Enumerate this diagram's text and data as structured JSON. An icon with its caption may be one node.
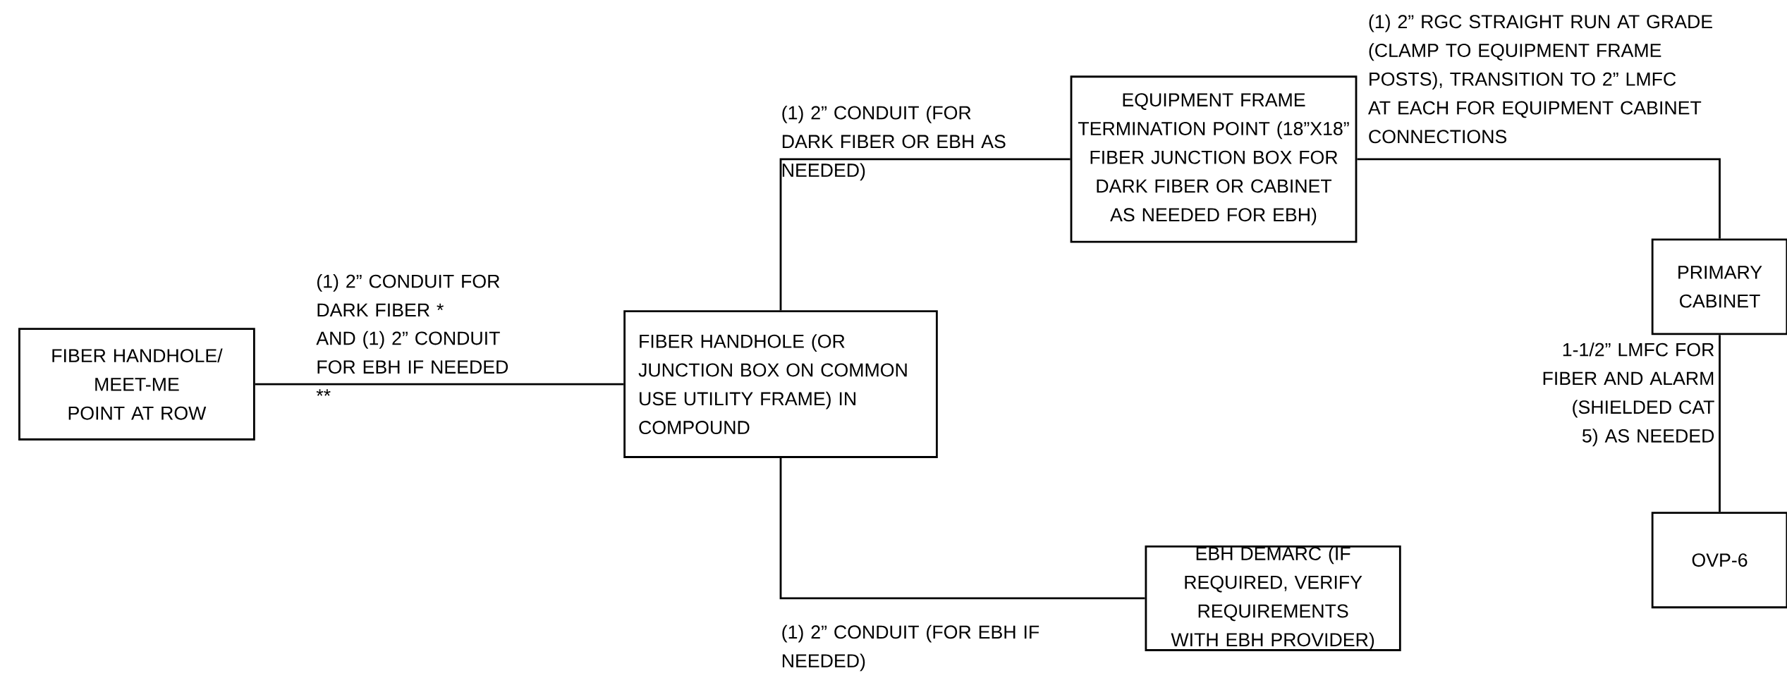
{
  "diagram": {
    "nodes": [
      {
        "text": [
          "FIBER HANDHOLE/ MEET-ME POINT AT ROW"
        ]
      },
      {
        "text": [
          "FIBER HANDHOLE (OR JUNCTION BOX ON COMMON USE UTILITY FRAME) IN COMPOUND"
        ]
      },
      {
        "text": [
          "EQUIPMENT FRAME TERMINATION POINT (18”X18” FIBER JUNCTION BOX FOR DARK FIBER OR CABINET AS NEEDED FOR EBH)"
        ]
      },
      {
        "text": [
          "EBH DEMARC (IF REQUIRED, VERIFY REQUIREMENTS WITH EBH PROVIDER)"
        ]
      },
      {
        "text": [
          "PRIMARY CABINET"
        ]
      },
      {
        "text": [
          "OVP-6"
        ]
      }
    ],
    "edges": [
      {
        "from": 0,
        "to": 1,
        "arrow": "none",
        "label": "(1) 2” CONDUIT FOR DARK FIBER *"
      },
      {
        "from": 1,
        "to": 2,
        "arrow": "none",
        "label": "(1) 2” CONDUIT (FOR DARK FIBER OR EBH AS NEEDED)"
      },
      {
        "from": 1,
        "to": 3,
        "arrow": "none",
        "label": "(1) 2” CONDUIT (FOR EBH IF NEEDED)"
      },
      {
        "from": 2,
        "to": 4,
        "arrow": "none",
        "label": "(1) 2” RGC STRAIGHT RUN AT GRADE (CLAMP TO EQUIPMENT FRAME POSTS), TRANSITION TO 2” LMFC AT EACH FOR EQUIPMENT CABINET CONNECTIONS"
      },
      {
        "from": 4,
        "to": 5,
        "arrow": "none",
        "label": "1-1/2” LMFC FOR FIBER AND ALARM (SHIELDED CAT 5) AS NEEDED"
      }
    ],
    "labels": [
      "AND (1) 2” CONDUIT FOR EBH IF NEEDED **"
    ]
  }
}
